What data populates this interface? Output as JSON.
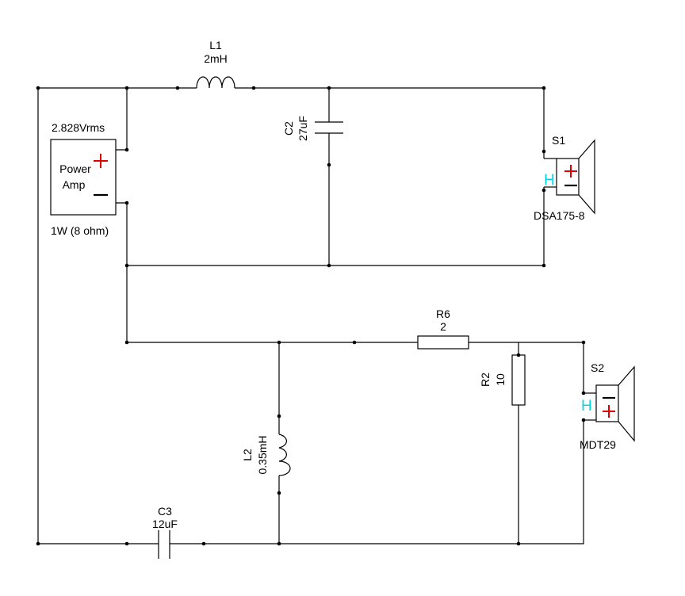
{
  "components": {
    "L1": {
      "ref": "L1",
      "value": "2mH"
    },
    "C2": {
      "ref": "C2",
      "value": "27uF"
    },
    "S1": {
      "ref": "S1",
      "model": "DSA175-8",
      "polarity_mark": "H"
    },
    "amp": {
      "voltage": "2.828Vrms",
      "name_line1": "Power",
      "name_line2": "Amp",
      "rating": "1W (8 ohm)"
    },
    "R6": {
      "ref": "R6",
      "value": "2"
    },
    "R2": {
      "ref": "R2",
      "value": "10"
    },
    "S2": {
      "ref": "S2",
      "model": "MDT29",
      "polarity_mark": "H"
    },
    "L2": {
      "ref": "L2",
      "value": "0.35mH"
    },
    "C3": {
      "ref": "C3",
      "value": "12uF"
    }
  },
  "colors": {
    "wire": "#000000",
    "plus": "#e00000",
    "polarity": "#00d4e8"
  }
}
